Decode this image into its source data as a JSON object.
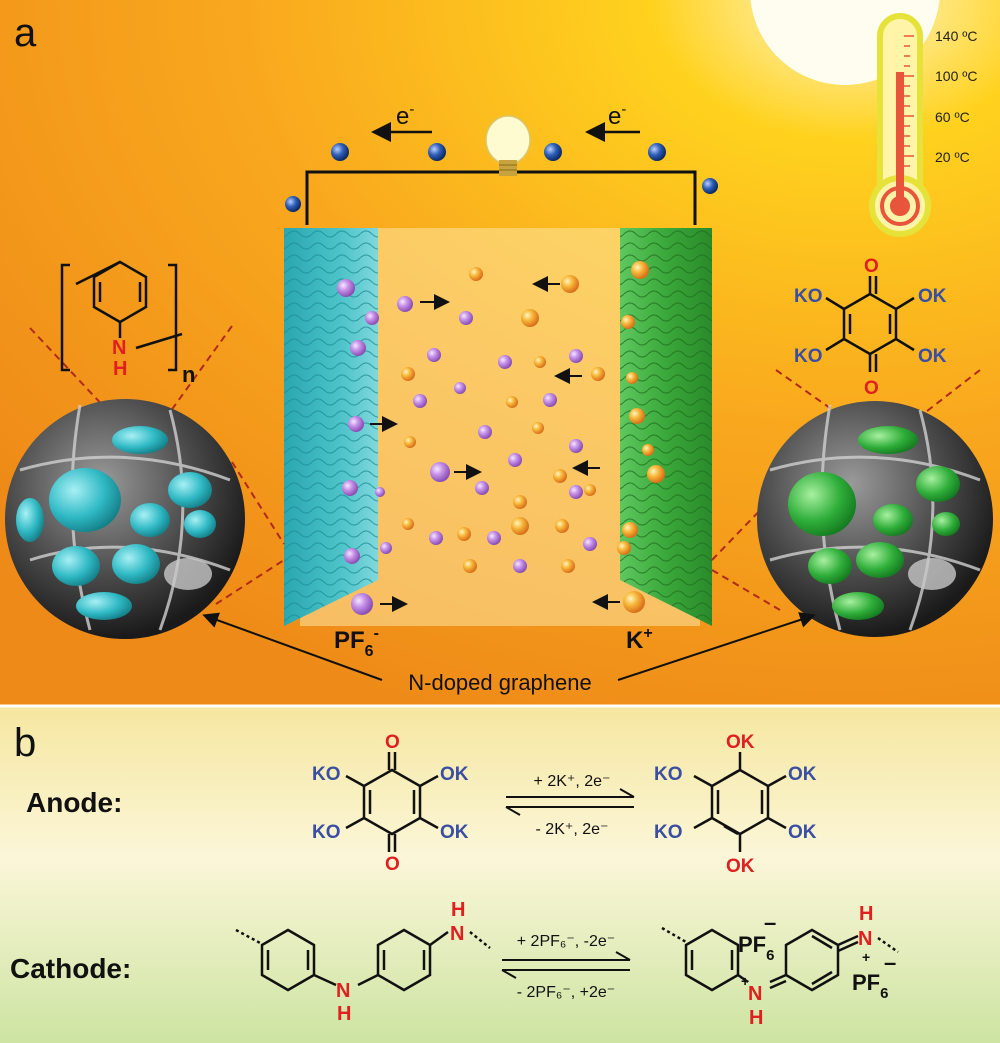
{
  "panel_a": {
    "letter": "a",
    "electron_left": "e",
    "electron_right": "e",
    "electron_sup": "-",
    "thermometer_ticks": [
      "140 ºC",
      "100 ºC",
      "60 ºC",
      "20 ºC"
    ],
    "polymer_subscript": "n",
    "polymer_n": "N",
    "polymer_h": "H",
    "quinone_top_o": "O",
    "quinone_bottom_o": "O",
    "quinone_ko_tl": "KO",
    "quinone_ok_tr": "OK",
    "quinone_ko_bl": "KO",
    "quinone_ok_br": "OK",
    "pf6_label": "PF",
    "pf6_sub": "6",
    "pf6_sup": "-",
    "k_label": "K",
    "k_sup": "+",
    "graphene_label": "N-doped graphene"
  },
  "panel_b": {
    "letter": "b",
    "anode_label": "Anode:",
    "cathode_label": "Cathode:",
    "anode_forward": "+ 2K⁺, 2e⁻",
    "anode_reverse": "- 2K⁺, 2e⁻",
    "anode_left": {
      "top_o": "O",
      "bottom_o": "O",
      "tl": "KO",
      "tr": "OK",
      "bl": "KO",
      "br": "OK"
    },
    "anode_right": {
      "top": "OK",
      "bottom": "OK",
      "tl": "KO",
      "tr": "OK",
      "bl": "KO",
      "br": "OK"
    },
    "cathode_forward": "+ 2PF₆⁻, -2e⁻",
    "cathode_reverse": "- 2PF₆⁻, +2e⁻",
    "cathode_left_n1": "N",
    "cathode_left_h1": "H",
    "cathode_left_n2": "N",
    "cathode_left_h2": "H",
    "cathode_right_n1": "N",
    "cathode_right_h1": "H",
    "cathode_right_n2": "N",
    "cathode_right_h2": "H",
    "cathode_right_plus": "+",
    "cathode_pf6_a": "PF",
    "cathode_pf6_b": "PF",
    "cathode_pf6_sub": "6",
    "cathode_pf6_minus": "–"
  },
  "colors": {
    "ko_blue": "#3a4ea3",
    "oxygen_red": "#e02020",
    "anion_purple": "#b57ad6",
    "cation_orange": "#f5a623",
    "cathode_cyan": "#36b5bd",
    "anode_green": "#3aa83a"
  }
}
